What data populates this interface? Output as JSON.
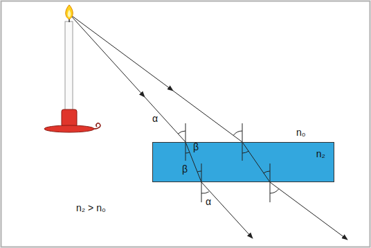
{
  "diagram": {
    "nodes": [
      {
        "text": [
          "n₂"
        ]
      }
    ],
    "labels": [
      "α",
      "β",
      "β",
      "α",
      "n₀",
      "n₂ > n₀"
    ]
  }
}
